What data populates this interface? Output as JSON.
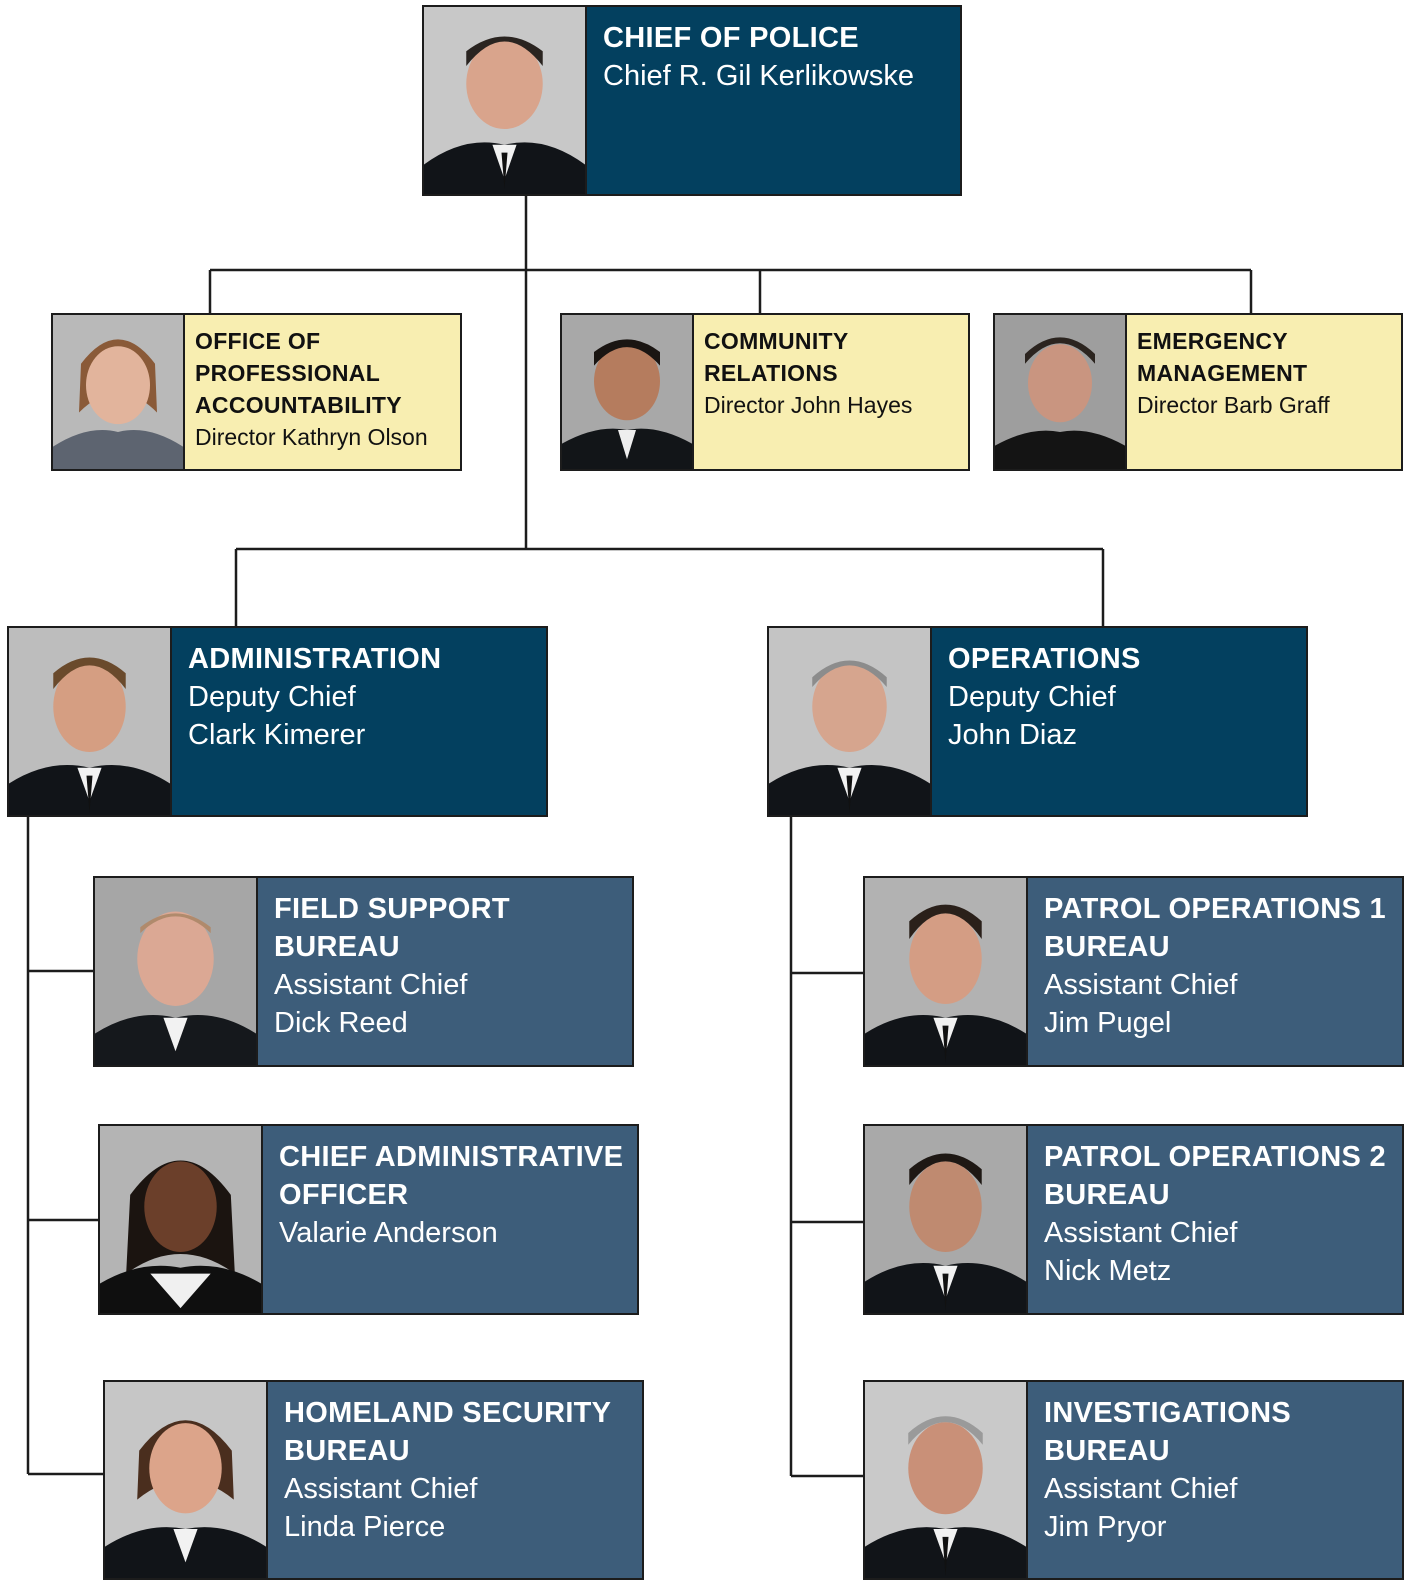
{
  "colors": {
    "dark_box": "#03405f",
    "mid_box": "#3d5d7a",
    "light_box": "#f8eeb1",
    "connector": "#1c1c1c"
  },
  "chief": {
    "title": "CHIEF OF POLICE",
    "name": "Chief R. Gil Kerlikowske",
    "photo": "portrait-photo"
  },
  "staff_offices": [
    {
      "title_lines": [
        "OFFICE OF",
        "PROFESSIONAL",
        "ACCOUNTABILITY"
      ],
      "name": "Director Kathryn Olson",
      "photo": "portrait-photo"
    },
    {
      "title_lines": [
        "COMMUNITY",
        "RELATIONS"
      ],
      "name": "Director John Hayes",
      "photo": "portrait-photo"
    },
    {
      "title_lines": [
        "EMERGENCY",
        "MANAGEMENT"
      ],
      "name": "Director Barb Graff",
      "photo": "portrait-photo"
    }
  ],
  "deputies": [
    {
      "title": "ADMINISTRATION",
      "role": "Deputy Chief",
      "name": "Clark Kimerer",
      "photo": "portrait-photo"
    },
    {
      "title": "OPERATIONS",
      "role": "Deputy Chief",
      "name": "John Diaz",
      "photo": "portrait-photo"
    }
  ],
  "administration_units": [
    {
      "title_lines": [
        "FIELD SUPPORT",
        "BUREAU"
      ],
      "role": "Assistant Chief",
      "name": "Dick Reed",
      "photo": "portrait-photo"
    },
    {
      "title_lines": [
        "CHIEF ADMINISTRATIVE",
        "OFFICER"
      ],
      "role": "",
      "name": "Valarie Anderson",
      "photo": "portrait-photo"
    },
    {
      "title_lines": [
        "HOMELAND SECURITY",
        "BUREAU"
      ],
      "role": "Assistant Chief",
      "name": "Linda Pierce",
      "photo": "portrait-photo"
    }
  ],
  "operations_units": [
    {
      "title_lines": [
        "PATROL OPERATIONS 1",
        "BUREAU"
      ],
      "role": "Assistant Chief",
      "name": "Jim Pugel",
      "photo": "portrait-photo"
    },
    {
      "title_lines": [
        "PATROL OPERATIONS 2",
        "BUREAU"
      ],
      "role": "Assistant Chief",
      "name": "Nick Metz",
      "photo": "portrait-photo"
    },
    {
      "title_lines": [
        "INVESTIGATIONS",
        "BUREAU"
      ],
      "role": "Assistant Chief",
      "name": "Jim Pryor",
      "photo": "portrait-photo"
    }
  ]
}
